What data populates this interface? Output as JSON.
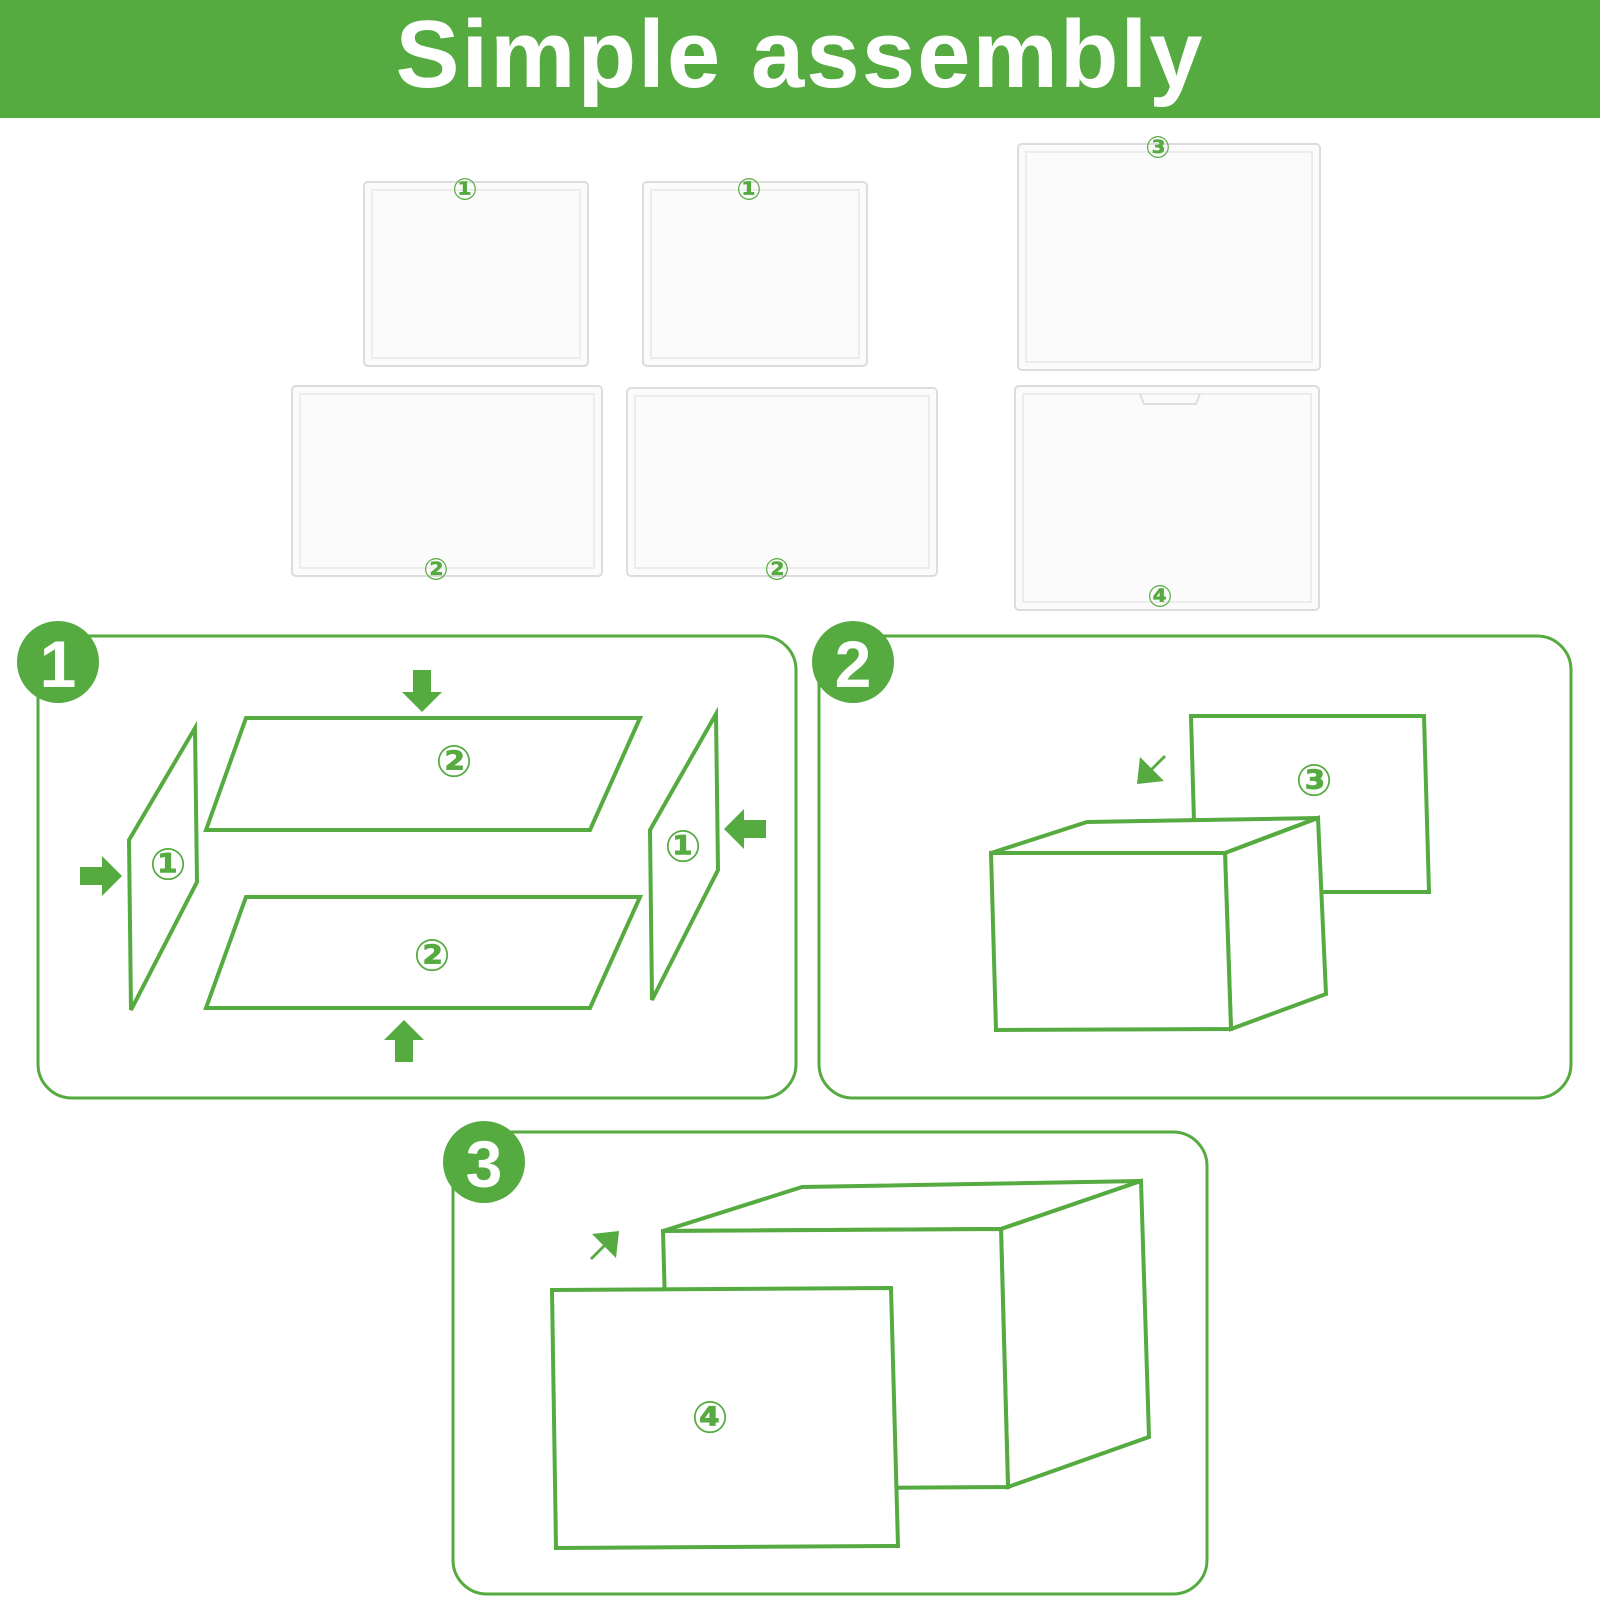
{
  "header": {
    "title": "Simple assembly",
    "background_color": "#55aa40",
    "text_color": "#ffffff"
  },
  "accent_color": "#55aa40",
  "parts": [
    {
      "label": "①"
    },
    {
      "label": "①"
    },
    {
      "label": "③"
    },
    {
      "label": "②"
    },
    {
      "label": "②"
    },
    {
      "label": "④"
    }
  ],
  "steps": [
    {
      "number": "1",
      "labels": [
        "②",
        "②",
        "①",
        "①"
      ],
      "arrows": [
        "arrow-down-icon",
        "arrow-up-icon",
        "arrow-right-icon",
        "arrow-left-icon"
      ]
    },
    {
      "number": "2",
      "labels": [
        "③"
      ],
      "arrows": [
        "arrow-down-left-icon"
      ]
    },
    {
      "number": "3",
      "labels": [
        "④"
      ],
      "arrows": [
        "arrow-up-right-icon"
      ]
    }
  ]
}
